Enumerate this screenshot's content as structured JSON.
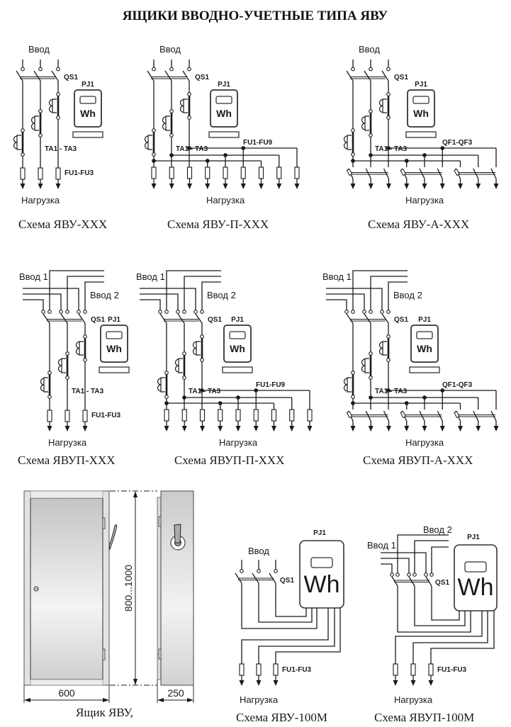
{
  "title": "ЯЩИКИ ВВОДНО-УЧЕТНЫЕ ТИПА ЯВУ",
  "schemes": [
    {
      "caption": "Схема ЯВУ-ХХХ",
      "input": "Ввод",
      "switch": "QS1",
      "meter": "PJ1",
      "meter_unit": "Wh",
      "ct": "TA1 - TA3",
      "protection": "FU1-FU3",
      "load": "Нагрузка"
    },
    {
      "caption": "Схема ЯВУ-П-ХХХ",
      "input": "Ввод",
      "switch": "QS1",
      "meter": "PJ1",
      "meter_unit": "Wh",
      "ct": "TA1 - TA3",
      "protection": "FU1-FU9",
      "load": "Нагрузка"
    },
    {
      "caption": "Схема ЯВУ-А-ХХХ",
      "input": "Ввод",
      "switch": "QS1",
      "meter": "PJ1",
      "meter_unit": "Wh",
      "ct": "TA1 - TA3",
      "protection": "QF1-QF3",
      "load": "Нагрузка"
    },
    {
      "caption": "Схема ЯВУП-ХХХ",
      "input1": "Ввод 1",
      "input2": "Ввод 2",
      "switch": "QS1",
      "meter": "PJ1",
      "meter_unit": "Wh",
      "ct": "TA1 - TA3",
      "protection": "FU1-FU3",
      "load": "Нагрузка"
    },
    {
      "caption": "Схема ЯВУП-П-ХХХ",
      "input1": "Ввод 1",
      "input2": "Ввод 2",
      "switch": "QS1",
      "meter": "PJ1",
      "meter_unit": "Wh",
      "ct": "TA1 - TA3",
      "protection": "FU1-FU9",
      "load": "Нагрузка"
    },
    {
      "caption": "Схема ЯВУП-А-ХХХ",
      "input1": "Ввод 1",
      "input2": "Ввод 2",
      "switch": "QS1",
      "meter": "PJ1",
      "meter_unit": "Wh",
      "ct": "TA1 - TA3",
      "protection": "QF1-QF3",
      "load": "Нагрузка"
    },
    {
      "caption": "Схема ЯВУ-100М",
      "input": "Ввод",
      "switch": "QS1",
      "meter": "PJ1",
      "meter_unit": "Wh",
      "protection": "FU1-FU3",
      "load": "Нагрузка"
    },
    {
      "caption": "Схема ЯВУП-100М",
      "input1": "Ввод 1",
      "input2": "Ввод 2",
      "switch": "QS1",
      "meter": "PJ1",
      "meter_unit": "Wh",
      "protection": "FU1-FU3",
      "load": "Нагрузка"
    }
  ],
  "cabinet": {
    "caption": "Ящик ЯВУ,",
    "width": "600",
    "depth": "250",
    "height": "800...1000"
  }
}
